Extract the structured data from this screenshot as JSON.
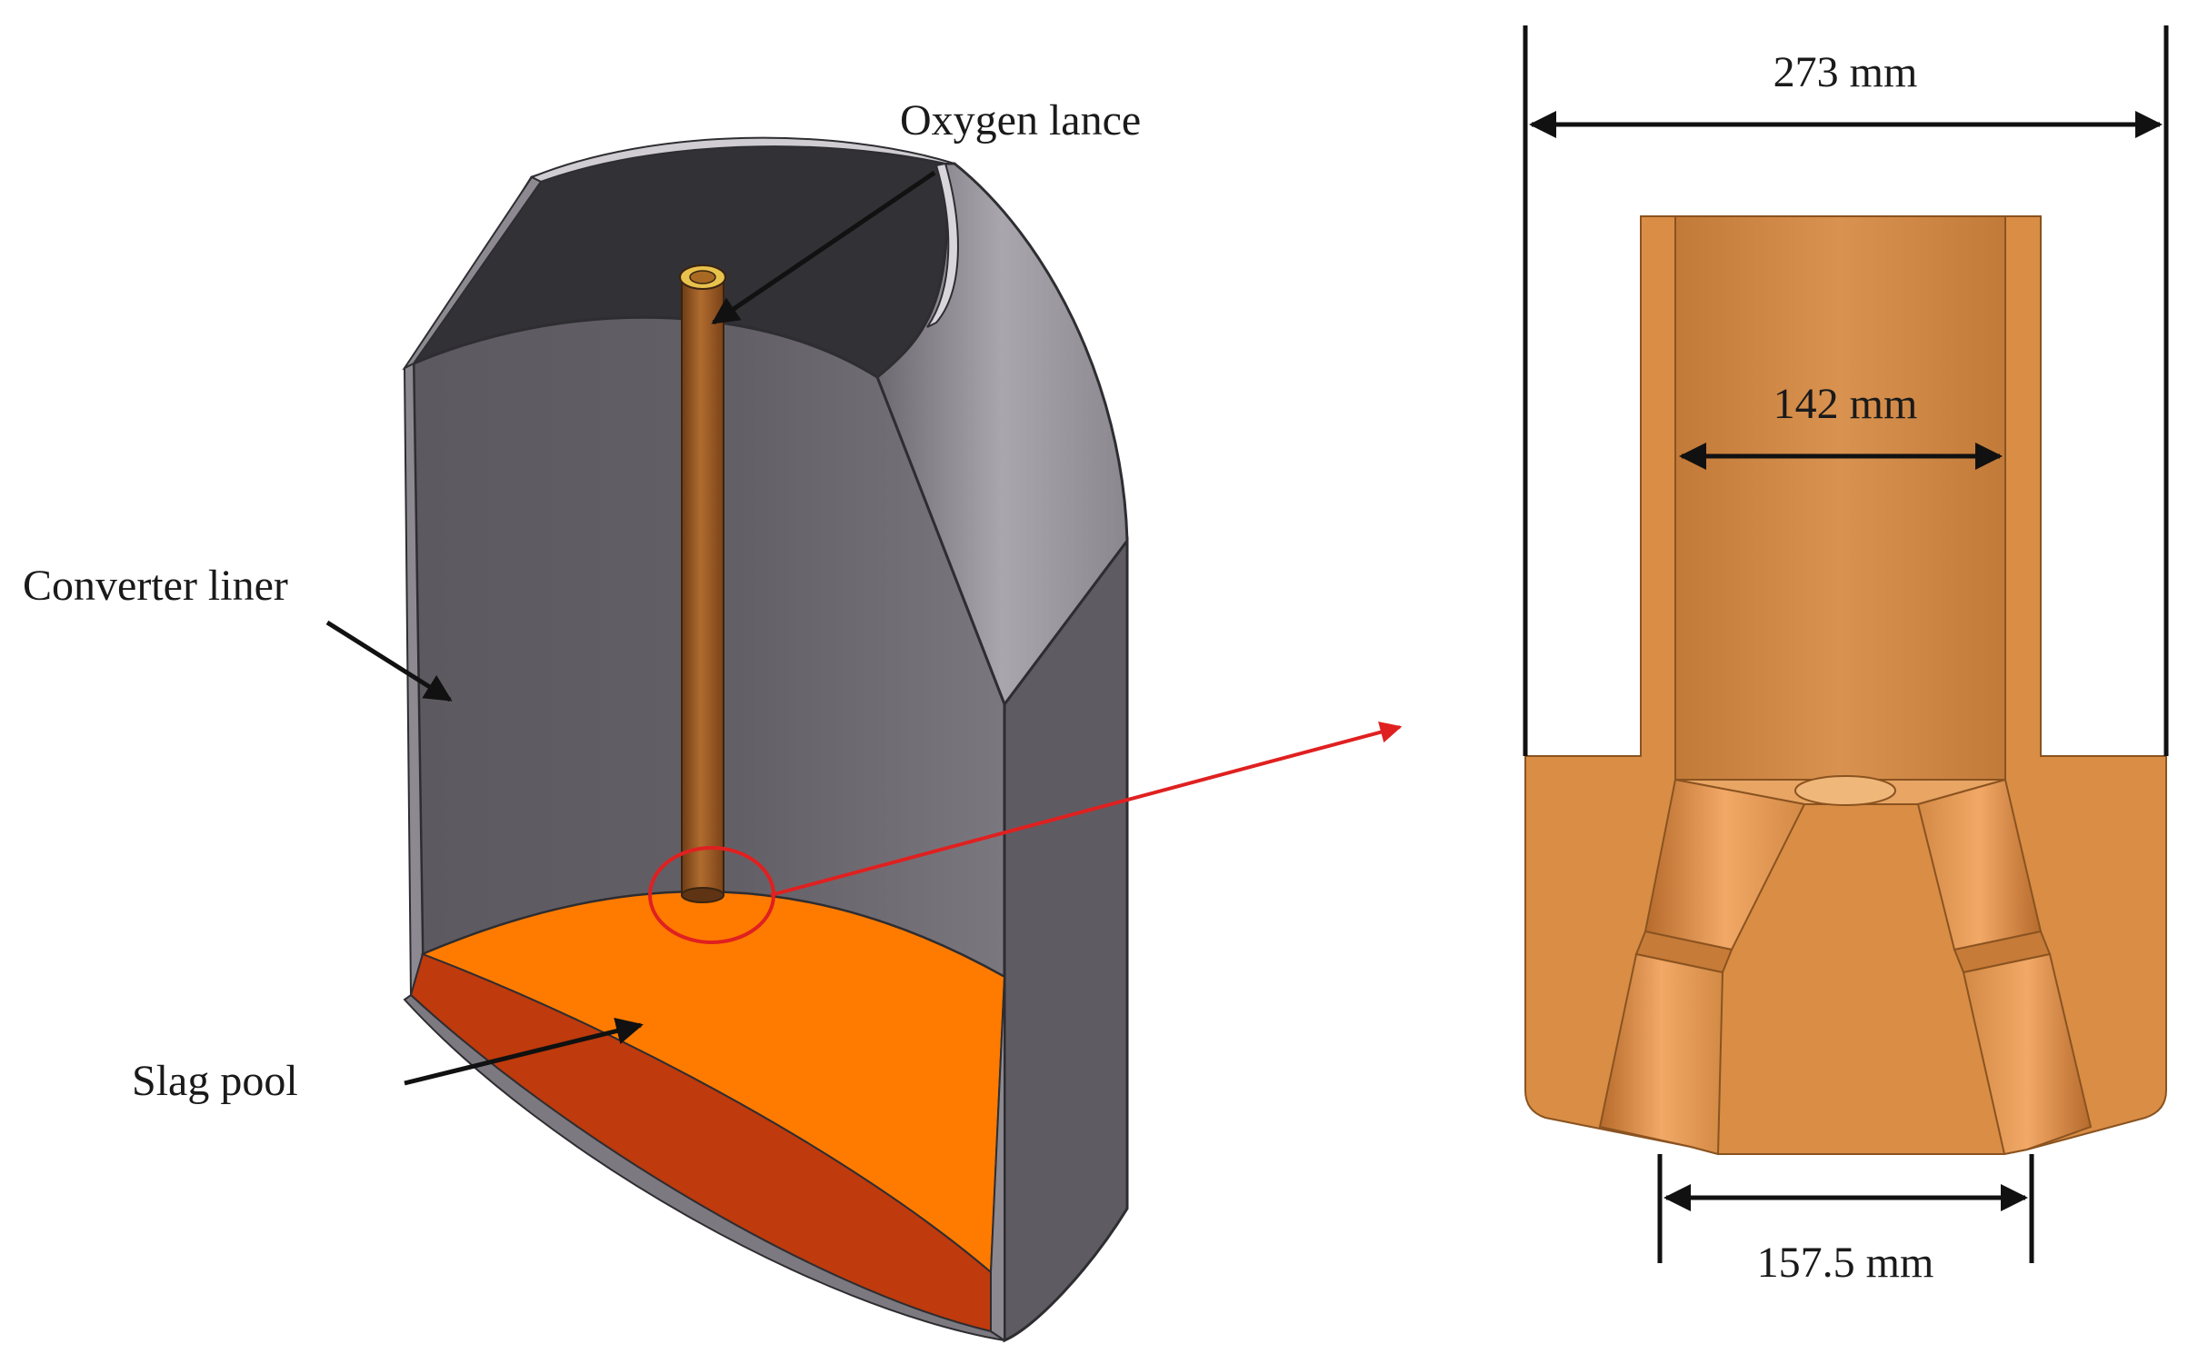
{
  "labels": {
    "oxygen_lance": "Oxygen lance",
    "converter_liner": "Converter liner",
    "slag_pool": "Slag pool",
    "outer_diameter": "273 mm",
    "inner_diameter": "142 mm",
    "nozzle_span": "157.5 mm"
  },
  "colors": {
    "liner_outer": "#5b5960",
    "liner_inner": "#3a393d",
    "liner_wall": "#8f8d93",
    "lance": "#9a5a24",
    "slag_top": "#ff7b00",
    "slag_side": "#bf3a0c",
    "nozzle": "#d98d45",
    "highlight": "#e02020"
  }
}
